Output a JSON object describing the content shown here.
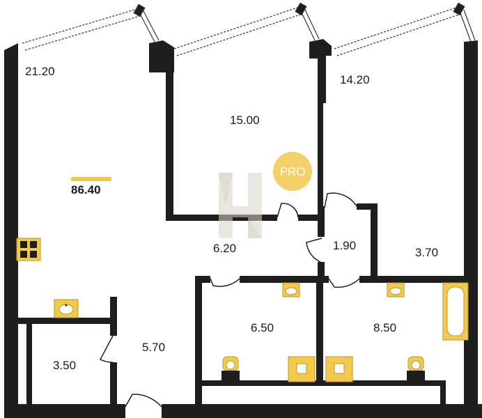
{
  "plan": {
    "total_area": "86.40",
    "badge": "PRO",
    "watermark_letter": "H",
    "rooms": [
      {
        "id": "living",
        "area": "21.20"
      },
      {
        "id": "bedroom-1",
        "area": "15.00"
      },
      {
        "id": "bedroom-2",
        "area": "14.20"
      },
      {
        "id": "corridor",
        "area": "6.20"
      },
      {
        "id": "closet",
        "area": "1.90"
      },
      {
        "id": "hall-right",
        "area": "3.70"
      },
      {
        "id": "bathroom-1",
        "area": "6.50"
      },
      {
        "id": "bathroom-2",
        "area": "8.50"
      },
      {
        "id": "storage",
        "area": "3.50"
      },
      {
        "id": "entrance-hall",
        "area": "5.70"
      }
    ]
  },
  "colors": {
    "wall": "#1e1e1e",
    "fixture": "#f2c94c",
    "fixture_stroke": "#b8962a",
    "badge": "#f4cf6a",
    "accent_bar": "#f2c94c",
    "watermark": "#d9d2cc"
  }
}
